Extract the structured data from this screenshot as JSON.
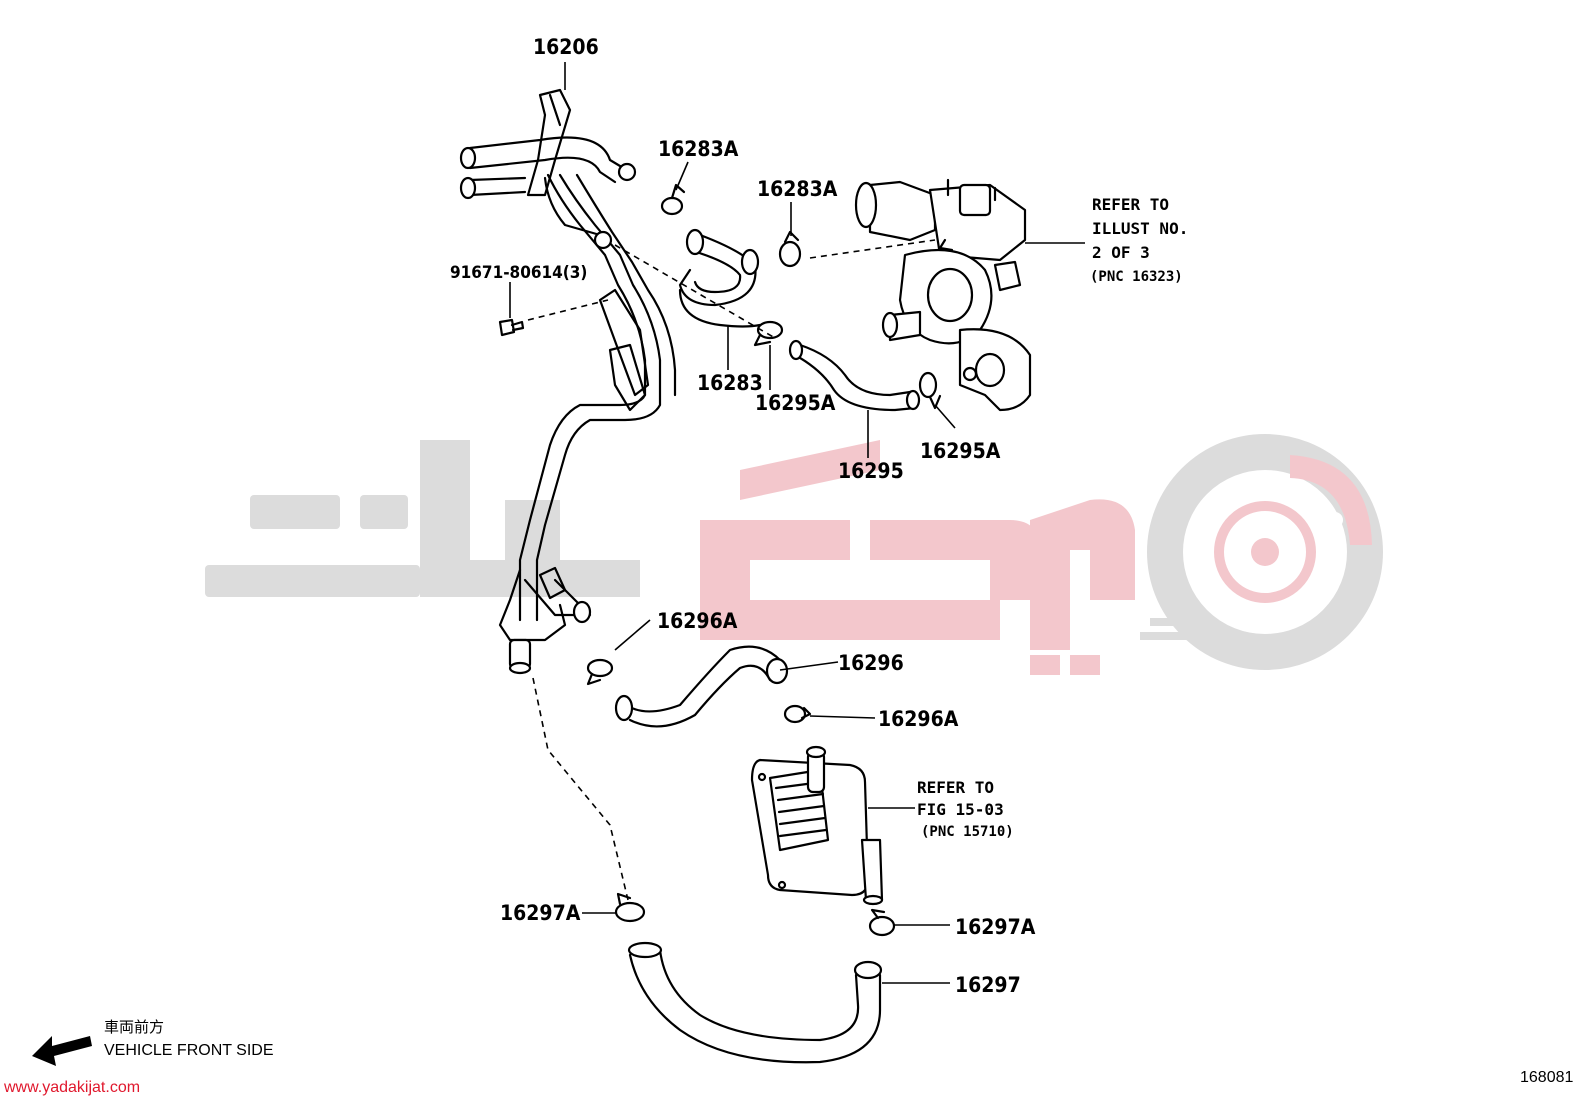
{
  "parts": {
    "p16206": "16206",
    "p16283A_a": "16283A",
    "p16283A_b": "16283A",
    "p91671": "91671-80614(3)",
    "p16283": "16283",
    "p16295A_a": "16295A",
    "p16295": "16295",
    "p16295A_b": "16295A",
    "p16296A_a": "16296A",
    "p16296": "16296",
    "p16296A_b": "16296A",
    "p16297A_a": "16297A",
    "p16297A_b": "16297A",
    "p16297": "16297"
  },
  "refs": {
    "illust_line1": "REFER TO",
    "illust_line2": "ILLUST NO.",
    "illust_line3": "2 OF 3",
    "illust_line4": "(PNC 16323)",
    "fig_line1": "REFER  TO",
    "fig_line2": "FIG 15-03",
    "fig_line3": "(PNC 15710)"
  },
  "direction": {
    "jp_label": "車両前方",
    "en_label": "VEHICLE FRONT SIDE",
    "icon": "arrow-left-icon"
  },
  "footer": {
    "website": "www.yadakijat.com",
    "diagram_code": "168081"
  },
  "colors": {
    "watermark_grey": "#dcdcdc",
    "watermark_red": "#f3c7cc",
    "website_red": "#e0182d"
  }
}
